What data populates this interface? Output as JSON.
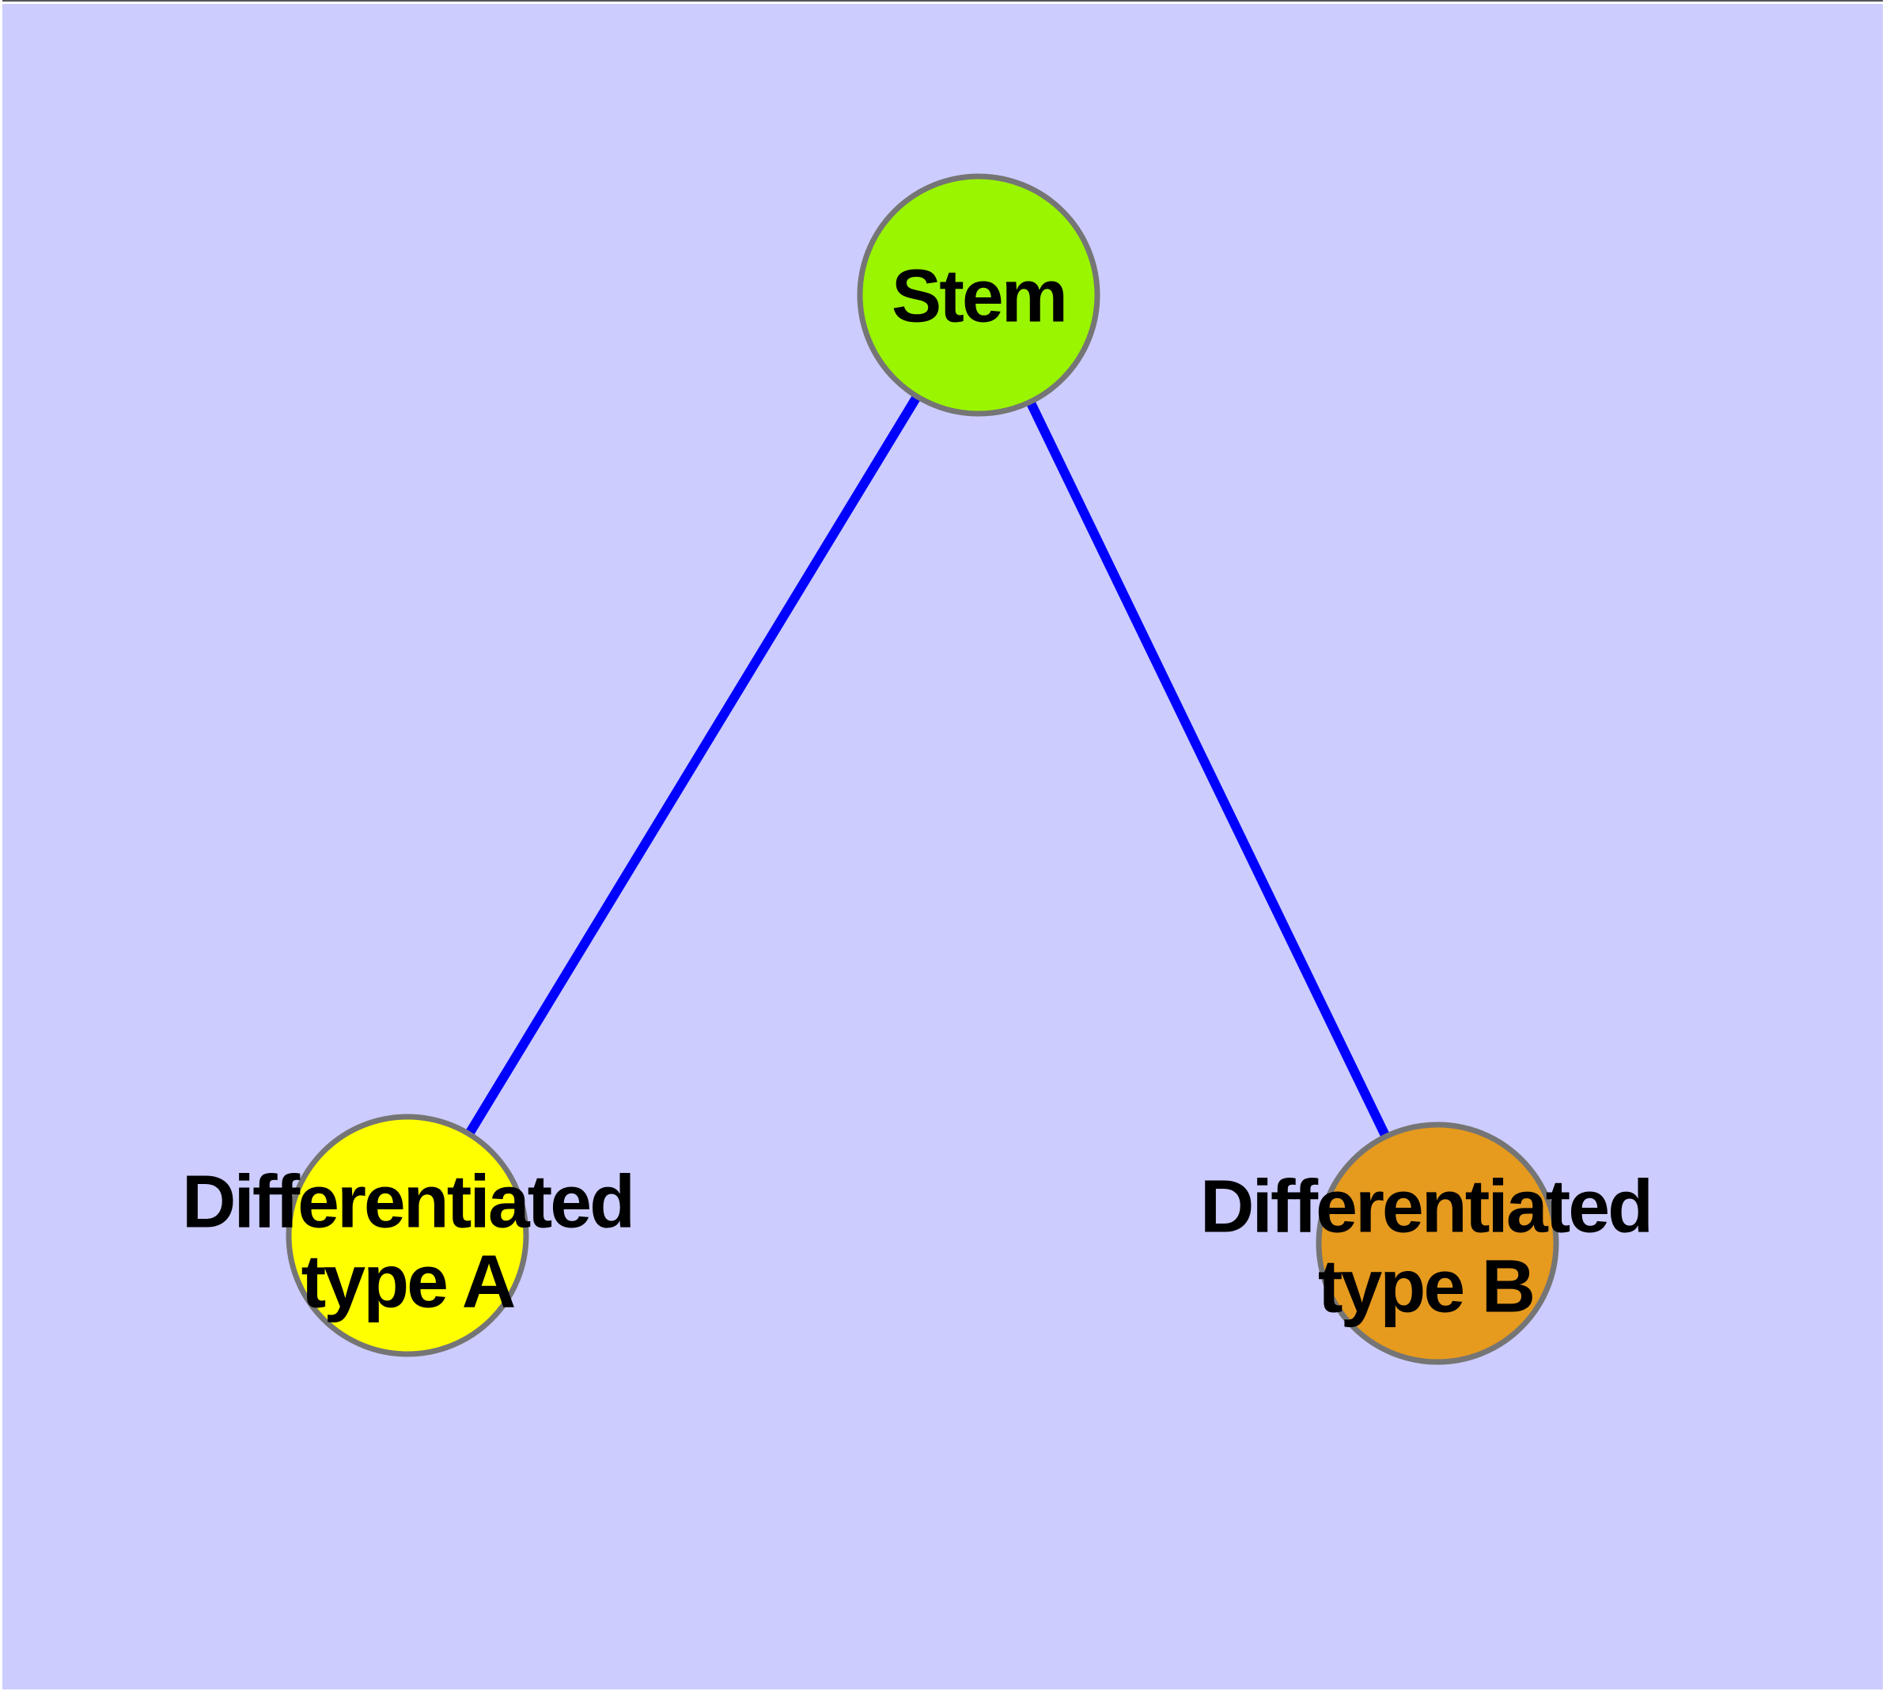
{
  "diagram": {
    "background_color": "#CCCCFF",
    "edge_color": "#0000FF",
    "node_border_color": "#757575",
    "text_color": "#000000",
    "nodes": [
      {
        "id": "stem",
        "label": "Stem",
        "fill": "#9AF500",
        "label_lines": [
          "Stem"
        ]
      },
      {
        "id": "differentiated-type-a",
        "label": "Differentiated type A",
        "fill": "#FFFF00",
        "label_lines": [
          "Differentiated",
          "type A"
        ]
      },
      {
        "id": "differentiated-type-b",
        "label": "Differentiated type B",
        "fill": "#E69A1E",
        "label_lines": [
          "Differentiated",
          "type B"
        ]
      }
    ],
    "edges": [
      {
        "from": "Stem",
        "to": "Differentiated type A"
      },
      {
        "from": "Stem",
        "to": "Differentiated type B"
      }
    ]
  }
}
